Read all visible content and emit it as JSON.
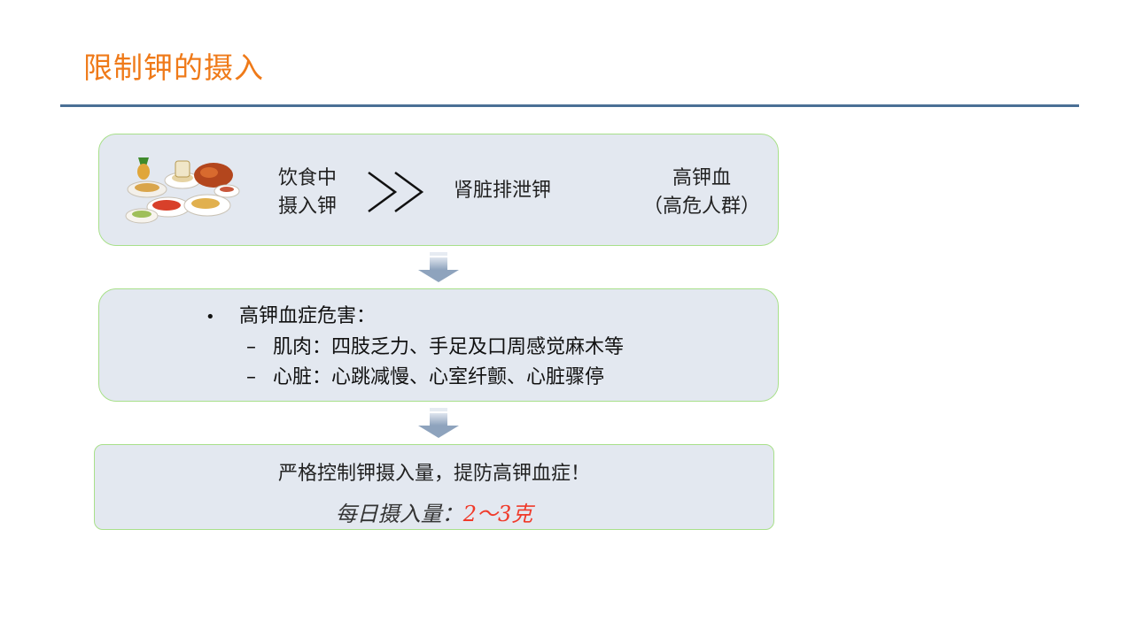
{
  "slide": {
    "title": "限制钾的摄入"
  },
  "flow": {
    "intake_line1": "饮食中",
    "intake_line2": "摄入钾",
    "kidney": "肾脏排泄钾",
    "hyperk_line1": "高钾血",
    "hyperk_line2": "（高危人群）"
  },
  "harm": {
    "heading": "高钾血症危害：",
    "items": [
      "肌肉：四肢乏力、手足及口周感觉麻木等",
      "心脏：心跳减慢、心室纤颤、心脏骤停"
    ]
  },
  "advice": {
    "warning": "严格控制钾摄入量，提防高钾血症！",
    "daily_label": "每日摄入量：",
    "daily_value": "2～3克"
  },
  "colors": {
    "title": "#ef7a19",
    "rule": "#4a6f95",
    "box_fill": "#e3e8f0",
    "box_border": "#a8e08a",
    "highlight": "#f03a2a"
  }
}
